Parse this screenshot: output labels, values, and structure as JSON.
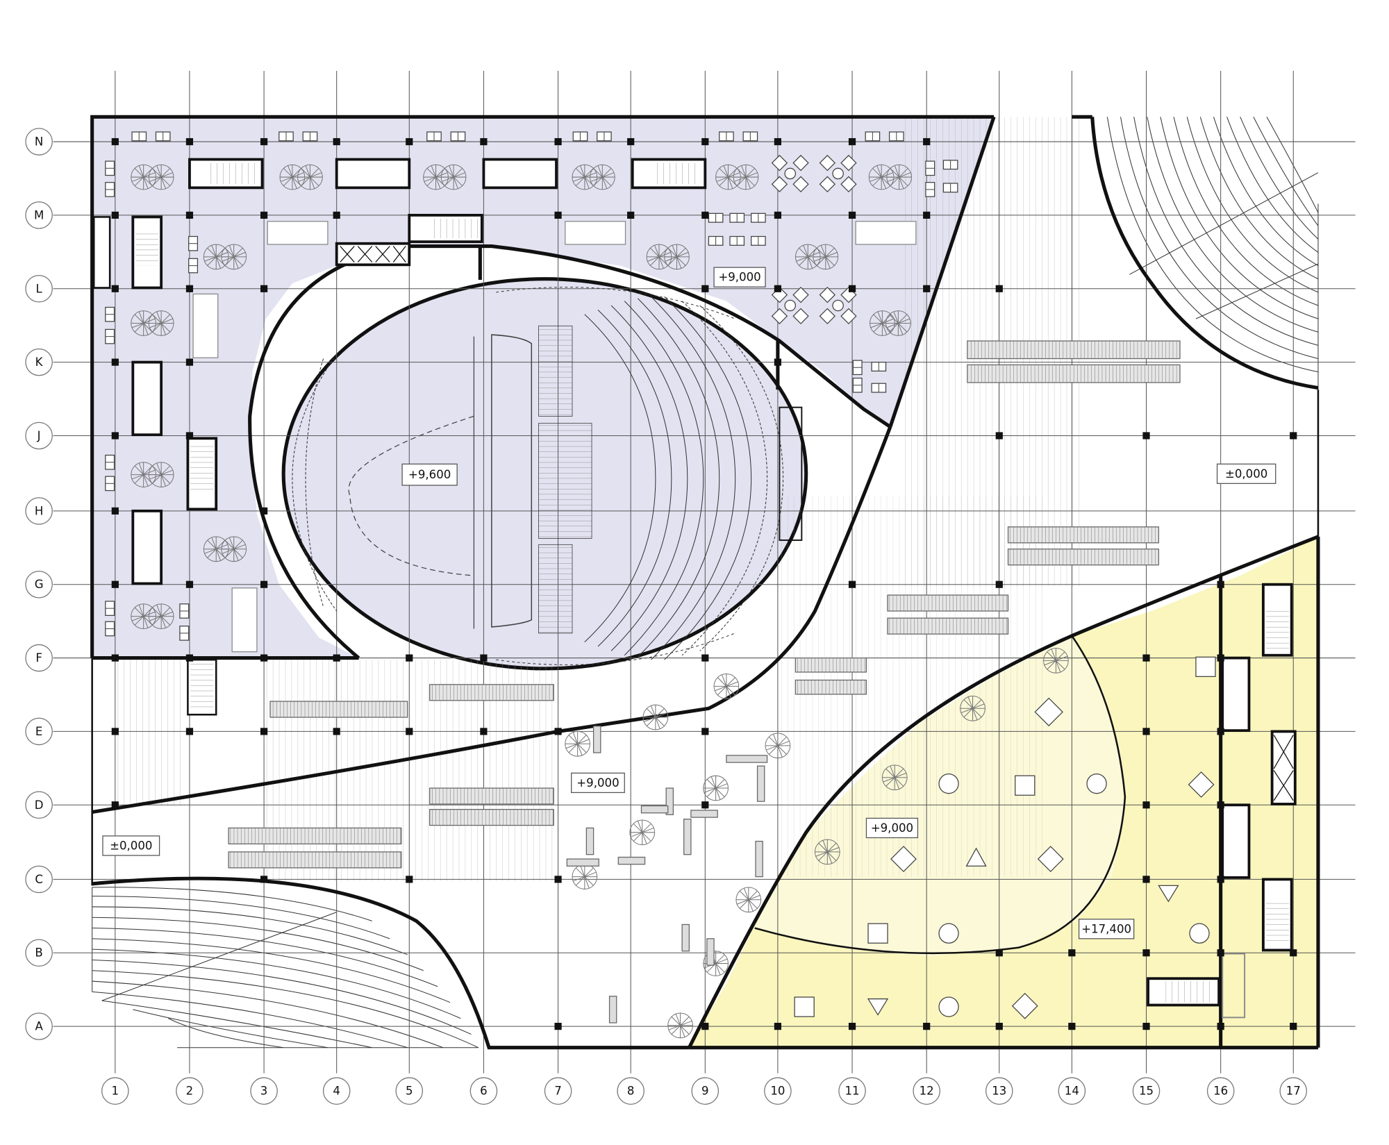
{
  "drawing": {
    "type": "architectural floor plan",
    "colors": {
      "upper_level_fill": "#e3e2f1",
      "yellow_zone_fill": "#faf6bd",
      "yellow_inner_fill": "#fbf9d8",
      "wall": "#111111",
      "grid": "#555555",
      "background": "#ffffff"
    }
  },
  "grid": {
    "columns": [
      "1",
      "2",
      "3",
      "4",
      "5",
      "6",
      "7",
      "8",
      "9",
      "10",
      "11",
      "12",
      "13",
      "14",
      "15",
      "16",
      "17"
    ],
    "rows": [
      "N",
      "M",
      "L",
      "K",
      "J",
      "H",
      "G",
      "F",
      "E",
      "D",
      "C",
      "B",
      "A"
    ]
  },
  "levels": [
    {
      "id": "level-upper-left",
      "label": "+9,000"
    },
    {
      "id": "level-auditorium",
      "label": "+9,600"
    },
    {
      "id": "level-ground-right",
      "label": "±0,000"
    },
    {
      "id": "level-ground-left",
      "label": "±0,000"
    },
    {
      "id": "level-plaza",
      "label": "+9,000"
    },
    {
      "id": "level-yellow-inner",
      "label": "+9,000"
    },
    {
      "id": "level-yellow-outer",
      "label": "+17,400"
    }
  ]
}
